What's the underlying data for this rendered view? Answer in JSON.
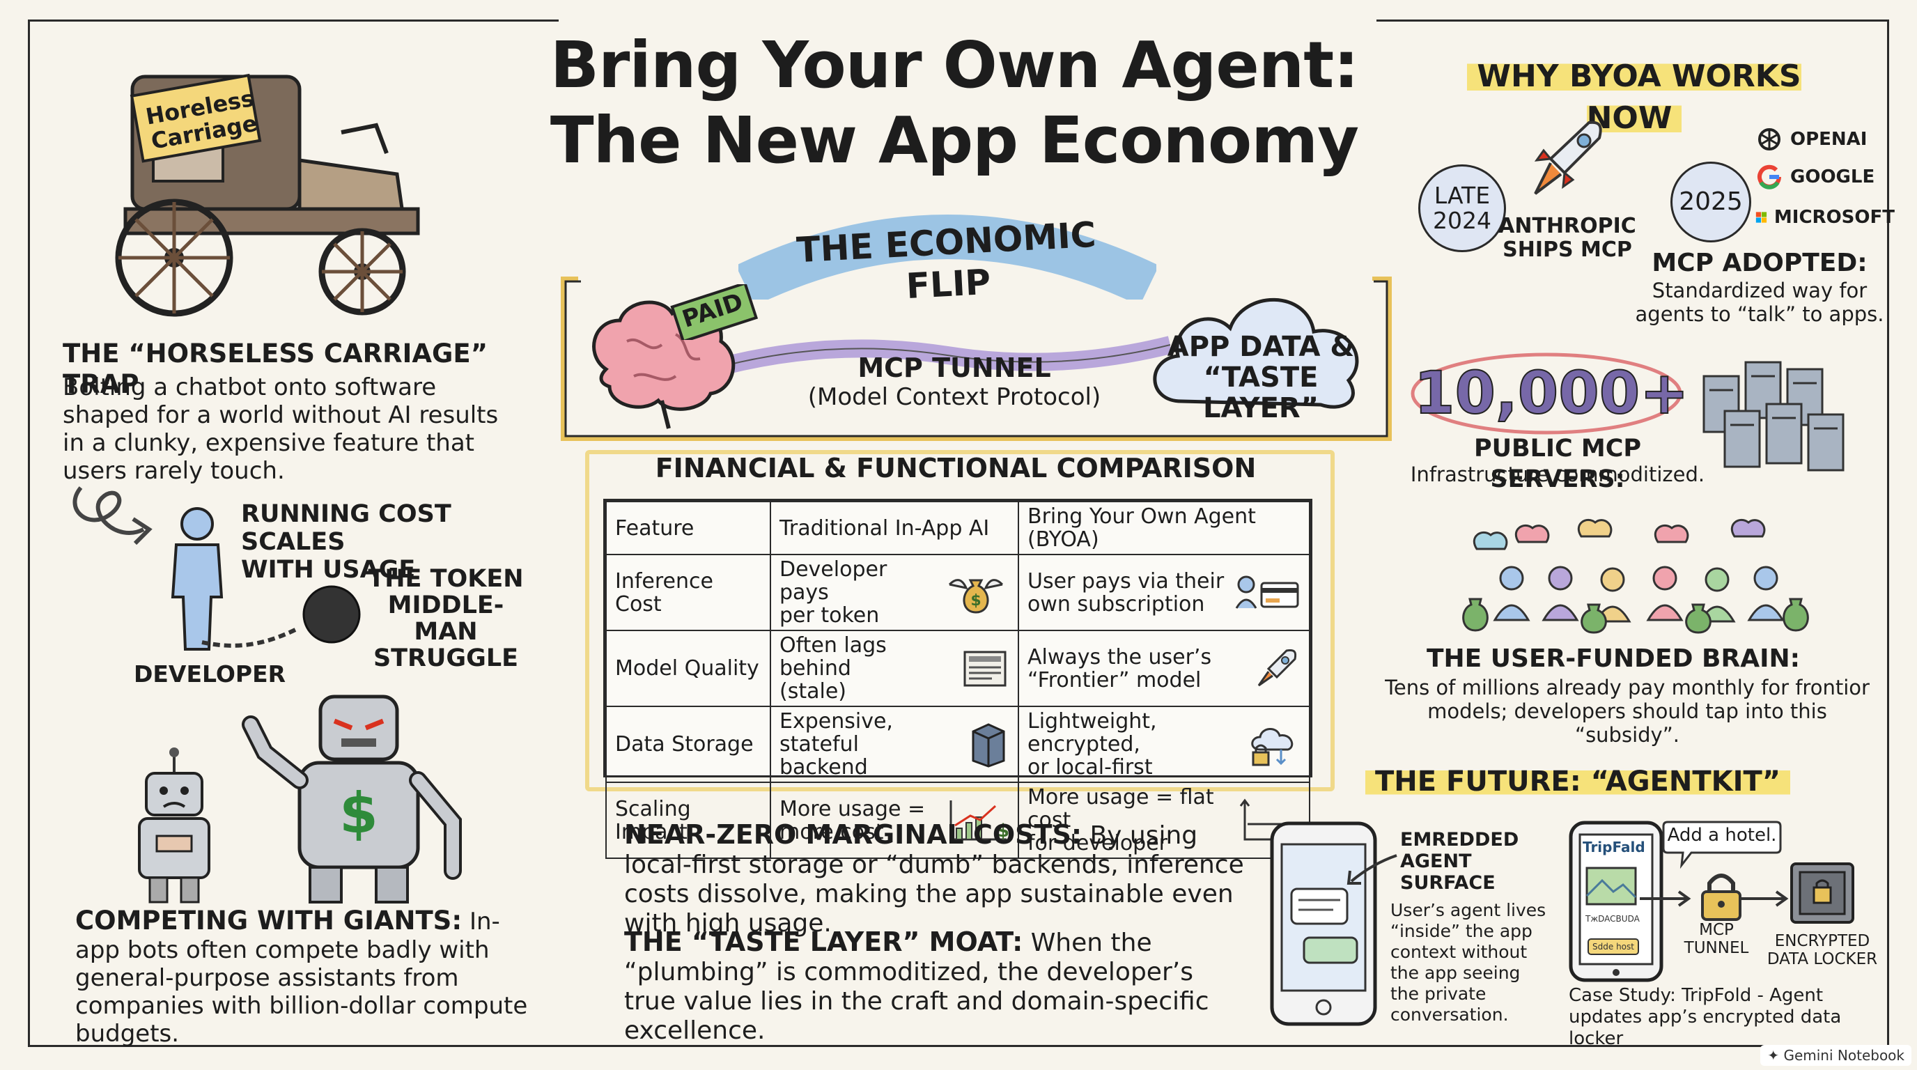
{
  "title": {
    "line1": "Bring Your Own Agent:",
    "line2": "The New App Economy"
  },
  "left": {
    "carriage_sign": {
      "line1": "Horeless",
      "line2": "Carriage"
    },
    "trap_heading": "THE “HORSELESS CARRIAGE” TRAP",
    "trap_body": "Bolting a chatbot onto software shaped for a world without AI results in a clunky, expensive feature that users rarely touch.",
    "running_cost": {
      "line1": "RUNNING COST SCALES",
      "line2": "WITH USAGE"
    },
    "token_struggle": {
      "line1": "THE TOKEN",
      "line2": "MIDDLE-MAN",
      "line3": "STRUGGLE"
    },
    "developer_label": "DEVELOPER",
    "giants_heading": "COMPETING WITH GIANTS:",
    "giants_body": " In-app bots often compete badly with general-purpose assistants from companies with billion-dollar compute budgets."
  },
  "center": {
    "flip_banner": "THE ECONOMIC FLIP",
    "paid_tag": "PAID",
    "tunnel_label": "MCP TUNNEL",
    "tunnel_sub": "(Model Context Protocol)",
    "cloud": {
      "line1": "APP DATA &",
      "line2": "“TASTE LAYER”"
    },
    "comparison_heading": "FINANCIAL & FUNCTIONAL COMPARISON",
    "table": {
      "headers": [
        "Feature",
        "Traditional In-App AI",
        "Bring Your Own Agent (BYOA)"
      ],
      "rows": [
        {
          "feature": "Inference Cost",
          "trad": [
            "Developer pays",
            "per token"
          ],
          "byoa": [
            "User pays via their",
            "own subscription"
          ]
        },
        {
          "feature": "Model Quality",
          "trad": [
            "Often lags behind",
            "(stale)"
          ],
          "byoa": [
            "Always the user’s",
            "“Frontier” model"
          ]
        },
        {
          "feature": "Data Storage",
          "trad": [
            "Expensive, stateful",
            "backend"
          ],
          "byoa": [
            "Lightweight, encrypted,",
            "or local-first"
          ]
        },
        {
          "feature": "Scaling Impact",
          "trad": [
            "More usage =",
            "more cost"
          ],
          "byoa": [
            "More usage = flat cost",
            "for developer"
          ]
        }
      ]
    },
    "marginal_heading": "NEAR-ZERO MARGINAL COSTS:",
    "marginal_body": " By using local-first storage or “dumb” backends, inference costs dissolve, making the app sustainable even with high usage.",
    "moat_heading": "THE “TASTE LAYER” MOAT:",
    "moat_body": " When the “plumbing” is commoditized, the developer’s true value lies in the craft and domain-specific excellence."
  },
  "right": {
    "why_heading": "WHY BYOA WORKS NOW",
    "late2024": {
      "line1": "LATE",
      "line2": "2024"
    },
    "anthropic": {
      "line1": "ANTHROPIC",
      "line2": "SHIPS MCP"
    },
    "year2025": "2025",
    "companies": [
      "OPENAI",
      "GOOGLE",
      "MICROSOFT"
    ],
    "adopted_heading": "MCP ADOPTED:",
    "adopted_body": {
      "line1": "Standardized way for",
      "line2": "agents to “talk” to apps."
    },
    "servers_count": "10,000+",
    "servers_heading": "PUBLIC MCP SERVERS:",
    "servers_body": "Infrastructure commoditized.",
    "brain_heading": "THE USER-FUNDED BRAIN:",
    "brain_body": {
      "line1": "Tens of millions already pay monthly for frontior",
      "line2": "models; developers should tap into this “subsidy”."
    },
    "future_heading": "THE FUTURE: “AGENTKIT”",
    "embedded": {
      "line1": "EMREDDED",
      "line2": "AGENT",
      "line3": "SURFACE"
    },
    "embedded_body": {
      "l1": "User’s agent lives",
      "l2": "“inside” the app",
      "l3": "context without",
      "l4": "the app seeing",
      "l5": "the private",
      "l6": "conversation."
    },
    "tripfold_logo": "TripFald",
    "tripfold_small1": "TжDACBUDA",
    "tripfold_button": "Sdde host",
    "add_hotel": "Add a hotel.",
    "mcp_tunnel": {
      "line1": "MCP",
      "line2": "TUNNEL"
    },
    "locker": {
      "line1": "ENCRYPTED",
      "line2": "DATA LOCKER"
    },
    "case_study": {
      "line1": "Case Study: TripFold - Agent",
      "line2": "updates app’s encrypted data locker"
    }
  },
  "footer": "Gemini Notebook",
  "colors": {
    "accent_yellow": "#f6e27a",
    "brain_pink": "#f0a3ad",
    "tunnel_purple": "#b9a7db",
    "cloud_blue": "#dfe8f6",
    "paid_green": "#8bc36b",
    "money_green": "#4f8a3c"
  }
}
